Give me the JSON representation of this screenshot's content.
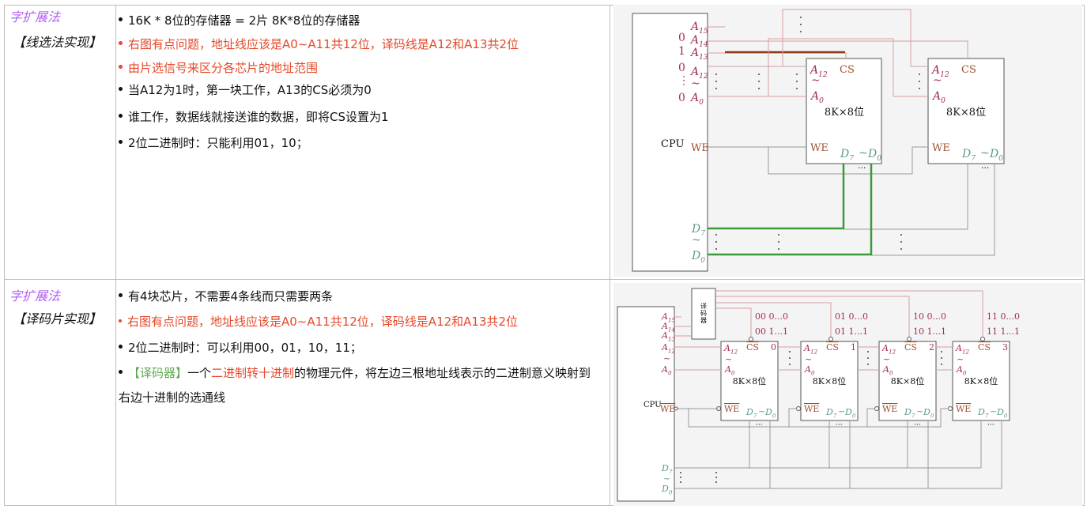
{
  "rows": [
    {
      "category": "字扩展法",
      "method": "【线选法实现】",
      "bullets": [
        {
          "text": "16K * 8位的存储器 = 2片 8K*8位的存储器",
          "color": "#111111"
        },
        {
          "text": "右图有点问题，地址线应该是A0~A11共12位，译码线是A12和A13共2位",
          "color": "#e5482a"
        },
        {
          "text": "由片选信号来区分各芯片的地址范围",
          "color": "#e5482a"
        },
        {
          "text": "当A12为1时，第一块工作，A13的CS必须为0",
          "color": "#111111"
        },
        {
          "text": "谁工作，数据线就接送谁的数据，即将CS设置为1",
          "color": "#111111"
        },
        {
          "text": "2位二进制时：只能利用01，10；",
          "color": "#111111"
        }
      ]
    },
    {
      "category": "字扩展法",
      "method": "【译码片实现】",
      "bullets": [
        {
          "text": "有4块芯片，不需要4条线而只需要两条",
          "color": "#111111"
        },
        {
          "text": "右图有点问题，地址线应该是A0~A11共12位，译码线是A12和A13共2位",
          "color": "#e5482a"
        },
        {
          "text": "2位二进制时：可以利用00，01，10，11；",
          "color": "#111111"
        }
      ],
      "decoder_bullet": {
        "term": "【译码器】",
        "part1": "一个",
        "highlight": "二进制转十进制",
        "part2": "的物理元件，将左边三根地址线表示的二进制意义映射到右边十进制的选通线"
      }
    }
  ],
  "diagram1": {
    "cpu": "CPU",
    "address_pins": [
      {
        "base": "A",
        "sub": "15"
      },
      {
        "base": "A",
        "sub": "14"
      },
      {
        "base": "A",
        "sub": "13"
      },
      {
        "base": "A",
        "sub": "12"
      },
      {
        "base": "A",
        "sub": "0"
      }
    ],
    "bit_values": [
      "0",
      "1",
      "0",
      "⋮",
      "0"
    ],
    "tilde": "~",
    "we": "WE",
    "data_pins": [
      {
        "base": "D",
        "sub": "7"
      },
      {
        "base": "D",
        "sub": "0"
      }
    ],
    "chip": {
      "addr_hi": {
        "base": "A",
        "sub": "12"
      },
      "addr_lo": {
        "base": "A",
        "sub": "0"
      },
      "cs": "CS",
      "capacity": "8K×8位",
      "we": "WE",
      "data_hi": {
        "base": "D",
        "sub": "7"
      },
      "data_lo": {
        "base": "D",
        "sub": "0"
      }
    },
    "ellipsis": "···"
  },
  "diagram2": {
    "cpu": "CPU",
    "decoder": [
      "译",
      "码",
      "器"
    ],
    "address_pins": [
      {
        "base": "A",
        "sub": "15"
      },
      {
        "base": "A",
        "sub": "14"
      },
      {
        "base": "A",
        "sub": "13"
      },
      {
        "base": "A",
        "sub": "12"
      },
      {
        "base": "A",
        "sub": "0"
      }
    ],
    "tilde": "~",
    "we": "WE",
    "data_pins": [
      {
        "base": "D",
        "sub": "7"
      },
      {
        "base": "D",
        "sub": "0"
      }
    ],
    "chips": [
      {
        "index": "0",
        "range_start": "00 0...0",
        "range_end": "00 1...1"
      },
      {
        "index": "1",
        "range_start": "01 0...0",
        "range_end": "01 1...1"
      },
      {
        "index": "2",
        "range_start": "10 0...0",
        "range_end": "10 1...1"
      },
      {
        "index": "3",
        "range_start": "11 0...0",
        "range_end": "11 1...1"
      }
    ],
    "chip": {
      "addr_hi": {
        "base": "A",
        "sub": "12"
      },
      "addr_lo": {
        "base": "A",
        "sub": "0"
      },
      "cs": "CS",
      "capacity": "8K×8位",
      "we": "WE",
      "data_hi": {
        "base": "D",
        "sub": "7"
      },
      "data_lo": {
        "base": "D",
        "sub": "0"
      }
    },
    "ellipsis": "···"
  },
  "colors": {
    "category": "#b05cf5",
    "warning": "#e5482a",
    "term": "#5fa84e",
    "address": "#a0304a",
    "data": "#5a9a8a",
    "data_bus": "#3a9a3a"
  }
}
